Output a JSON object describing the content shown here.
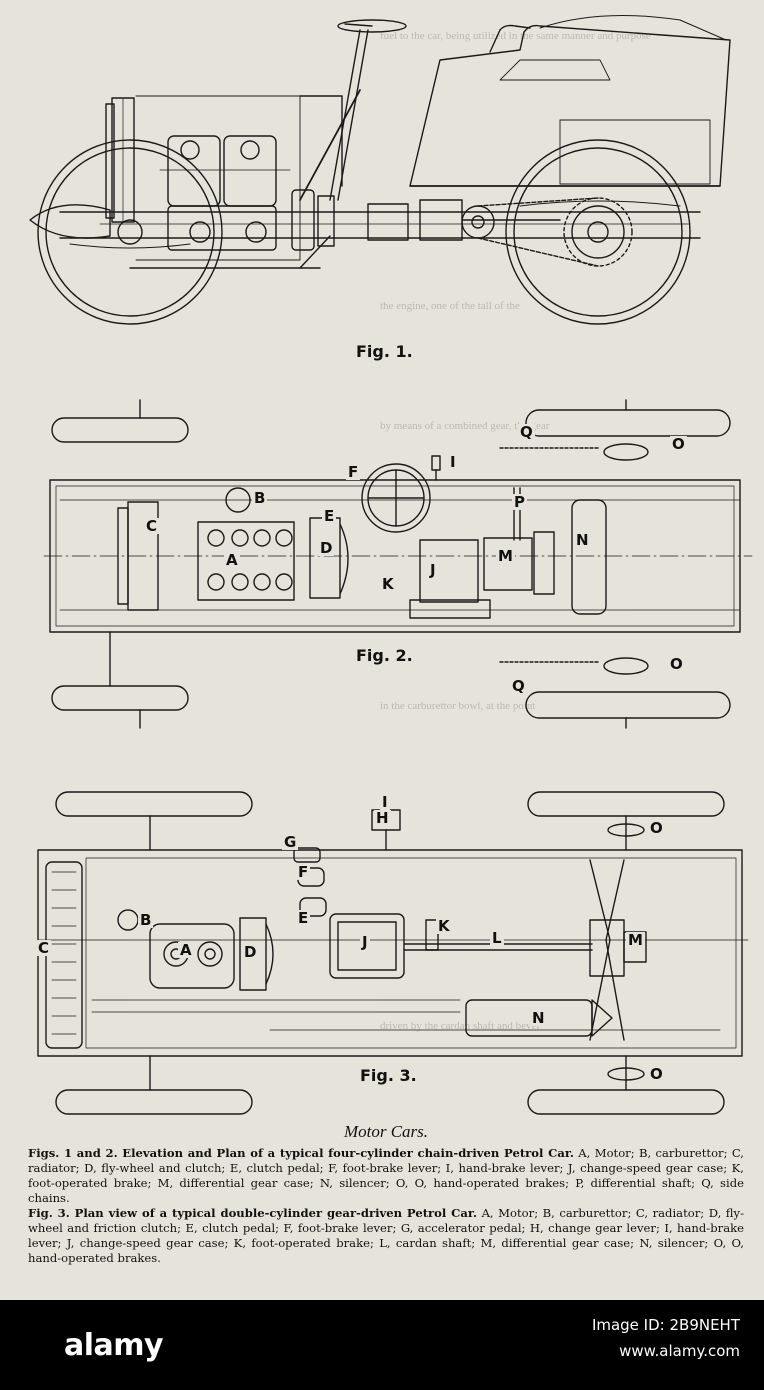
{
  "figures": {
    "fig1_label": "Fig. 1.",
    "fig2_label": "Fig. 2.",
    "fig3_label": "Fig. 3."
  },
  "fig2_labels": {
    "A": "A",
    "B": "B",
    "C": "C",
    "D": "D",
    "E": "E",
    "F": "F",
    "I": "I",
    "J": "J",
    "K": "K",
    "M": "M",
    "N": "N",
    "O_top": "O",
    "O_bottom": "O",
    "P": "P",
    "Q_top": "Q",
    "Q_bottom": "Q"
  },
  "fig3_labels": {
    "A": "A",
    "B": "B",
    "C": "C",
    "D": "D",
    "E": "E",
    "F": "F",
    "G": "G",
    "H": "H",
    "I": "I",
    "J": "J",
    "K": "K",
    "L": "L",
    "M": "M",
    "N": "N",
    "O_top": "O",
    "O_bottom": "O"
  },
  "caption": {
    "title": "Motor Cars.",
    "fig12_heading": "Figs. 1 and 2. Elevation and Plan of a typical four-cylinder chain-driven Petrol Car.",
    "fig12_legend": "A, Motor; B, carburettor; C, radiator; D, fly-wheel and clutch; E, clutch pedal; F, foot-brake lever; I, hand-brake lever; J, change-speed gear case; K, foot-operated brake; M, differential gear case; N, silencer; O, O, hand-operated brakes; P, differential shaft; Q, side chains.",
    "fig3_heading": "Fig. 3. Plan view of a typical double-cylinder gear-driven Petrol Car.",
    "fig3_legend": "A, Motor; B, carburettor; C, radiator; D, fly-wheel and friction clutch; E, clutch pedal; F, foot-brake lever; G, accelerator pedal; H, change gear lever; I, hand-brake lever; J, change-speed gear case; K, foot-operated brake; L, cardan shaft; M, differential gear case; N, silencer; O, O, hand-operated brakes."
  },
  "watermark": {
    "brand": "alamy",
    "image_id": "Image ID: 2B9NEHT",
    "url": "www.alamy.com"
  },
  "colors": {
    "paper": "#e6e3da",
    "ink": "#1a1a1a",
    "footer": "#000000"
  }
}
